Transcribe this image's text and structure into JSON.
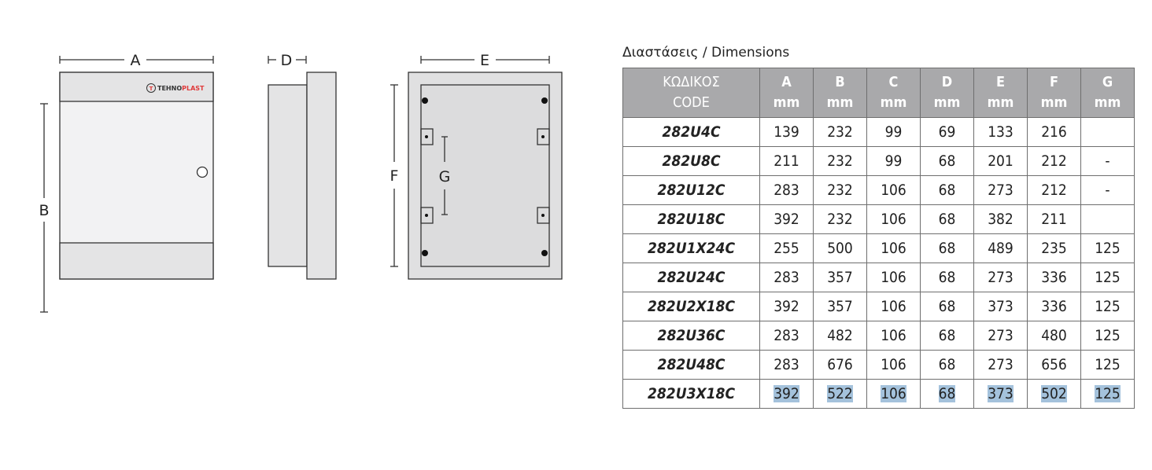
{
  "diagram": {
    "labels": {
      "A": "A",
      "B": "B",
      "D": "D",
      "E": "E",
      "F": "F",
      "G": "G"
    },
    "logo_text": "TEHNOPLAST",
    "colors": {
      "panel": "#e9e9ea",
      "door": "#f2f2f3",
      "outline": "#333333",
      "logo_red": "#e03a3a"
    }
  },
  "table": {
    "title": "Διαστάσεις / Dimensions",
    "header": {
      "code_line1": "ΚΩΔΙΚΟΣ",
      "code_line2": "CODE",
      "columns": [
        {
          "letter": "A",
          "unit": "mm"
        },
        {
          "letter": "B",
          "unit": "mm"
        },
        {
          "letter": "C",
          "unit": "mm"
        },
        {
          "letter": "D",
          "unit": "mm"
        },
        {
          "letter": "E",
          "unit": "mm"
        },
        {
          "letter": "F",
          "unit": "mm"
        },
        {
          "letter": "G",
          "unit": "mm"
        }
      ]
    },
    "rows": [
      {
        "code": "282U4C",
        "v": [
          "139",
          "232",
          "99",
          "69",
          "133",
          "216",
          ""
        ]
      },
      {
        "code": "282U8C",
        "v": [
          "211",
          "232",
          "99",
          "68",
          "201",
          "212",
          "-"
        ]
      },
      {
        "code": "282U12C",
        "v": [
          "283",
          "232",
          "106",
          "68",
          "273",
          "212",
          "-"
        ]
      },
      {
        "code": "282U18C",
        "v": [
          "392",
          "232",
          "106",
          "68",
          "382",
          "211",
          ""
        ]
      },
      {
        "code": "282U1X24C",
        "v": [
          "255",
          "500",
          "106",
          "68",
          "489",
          "235",
          "125"
        ]
      },
      {
        "code": "282U24C",
        "v": [
          "283",
          "357",
          "106",
          "68",
          "273",
          "336",
          "125"
        ]
      },
      {
        "code": "282U2X18C",
        "v": [
          "392",
          "357",
          "106",
          "68",
          "373",
          "336",
          "125"
        ]
      },
      {
        "code": "282U36C",
        "v": [
          "283",
          "482",
          "106",
          "68",
          "273",
          "480",
          "125"
        ]
      },
      {
        "code": "282U48C",
        "v": [
          "283",
          "676",
          "106",
          "68",
          "273",
          "656",
          "125"
        ]
      },
      {
        "code": "282U3X18C",
        "v": [
          "392",
          "522",
          "106",
          "68",
          "373",
          "502",
          "125"
        ],
        "highlighted": true
      }
    ],
    "highlight_color": "#a4c2dc"
  }
}
